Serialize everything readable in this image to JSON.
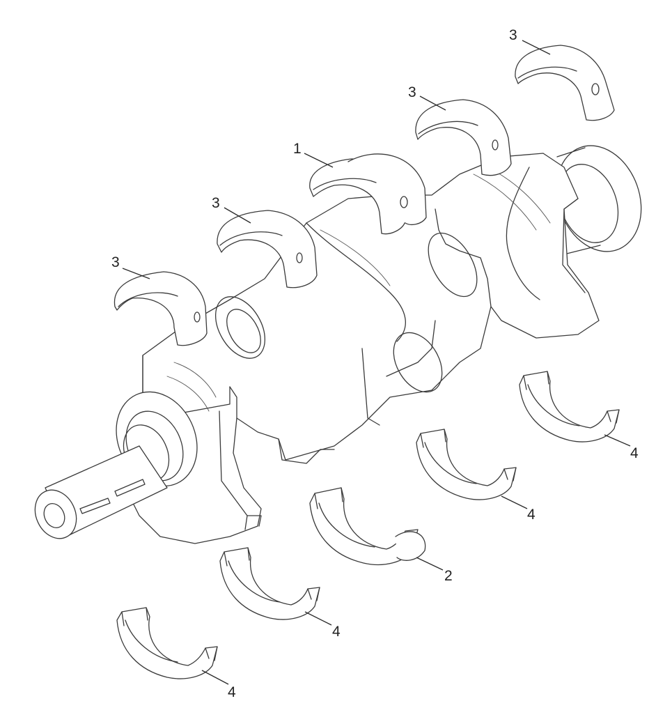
{
  "callouts": {
    "c1": "1",
    "c2": "2",
    "c3a": "3",
    "c3b": "3",
    "c3c": "3",
    "c3d": "3",
    "c4a": "4",
    "c4b": "4",
    "c4c": "4",
    "c4d": "4"
  },
  "colors": {
    "line": "#3a3a3a",
    "background": "#ffffff"
  }
}
